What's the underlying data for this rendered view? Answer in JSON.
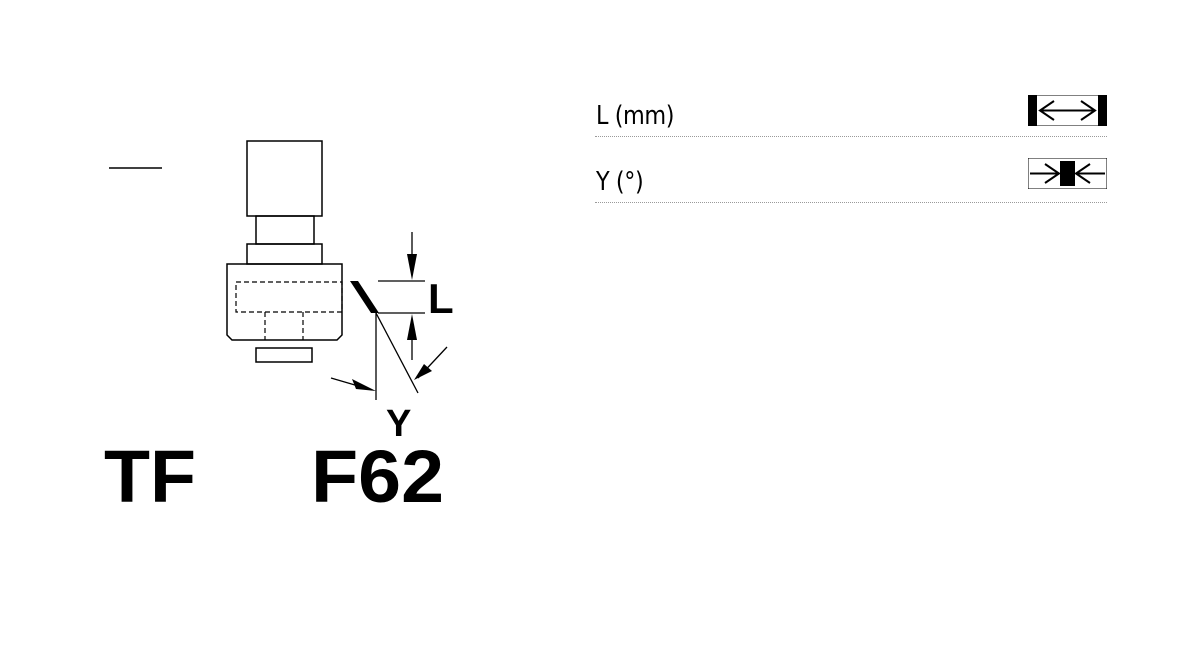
{
  "diagram": {
    "prefix_label": "TF",
    "model_label": "F62",
    "dimension_l_label": "L",
    "dimension_y_label": "Y"
  },
  "specs": [
    {
      "label": "L (mm)",
      "icon": "outward-arrows-icon"
    },
    {
      "label": "Y (°)",
      "icon": "inward-arrows-icon"
    }
  ],
  "colors": {
    "ink": "#000000",
    "background": "#ffffff",
    "divider": "#9a9a9a"
  }
}
